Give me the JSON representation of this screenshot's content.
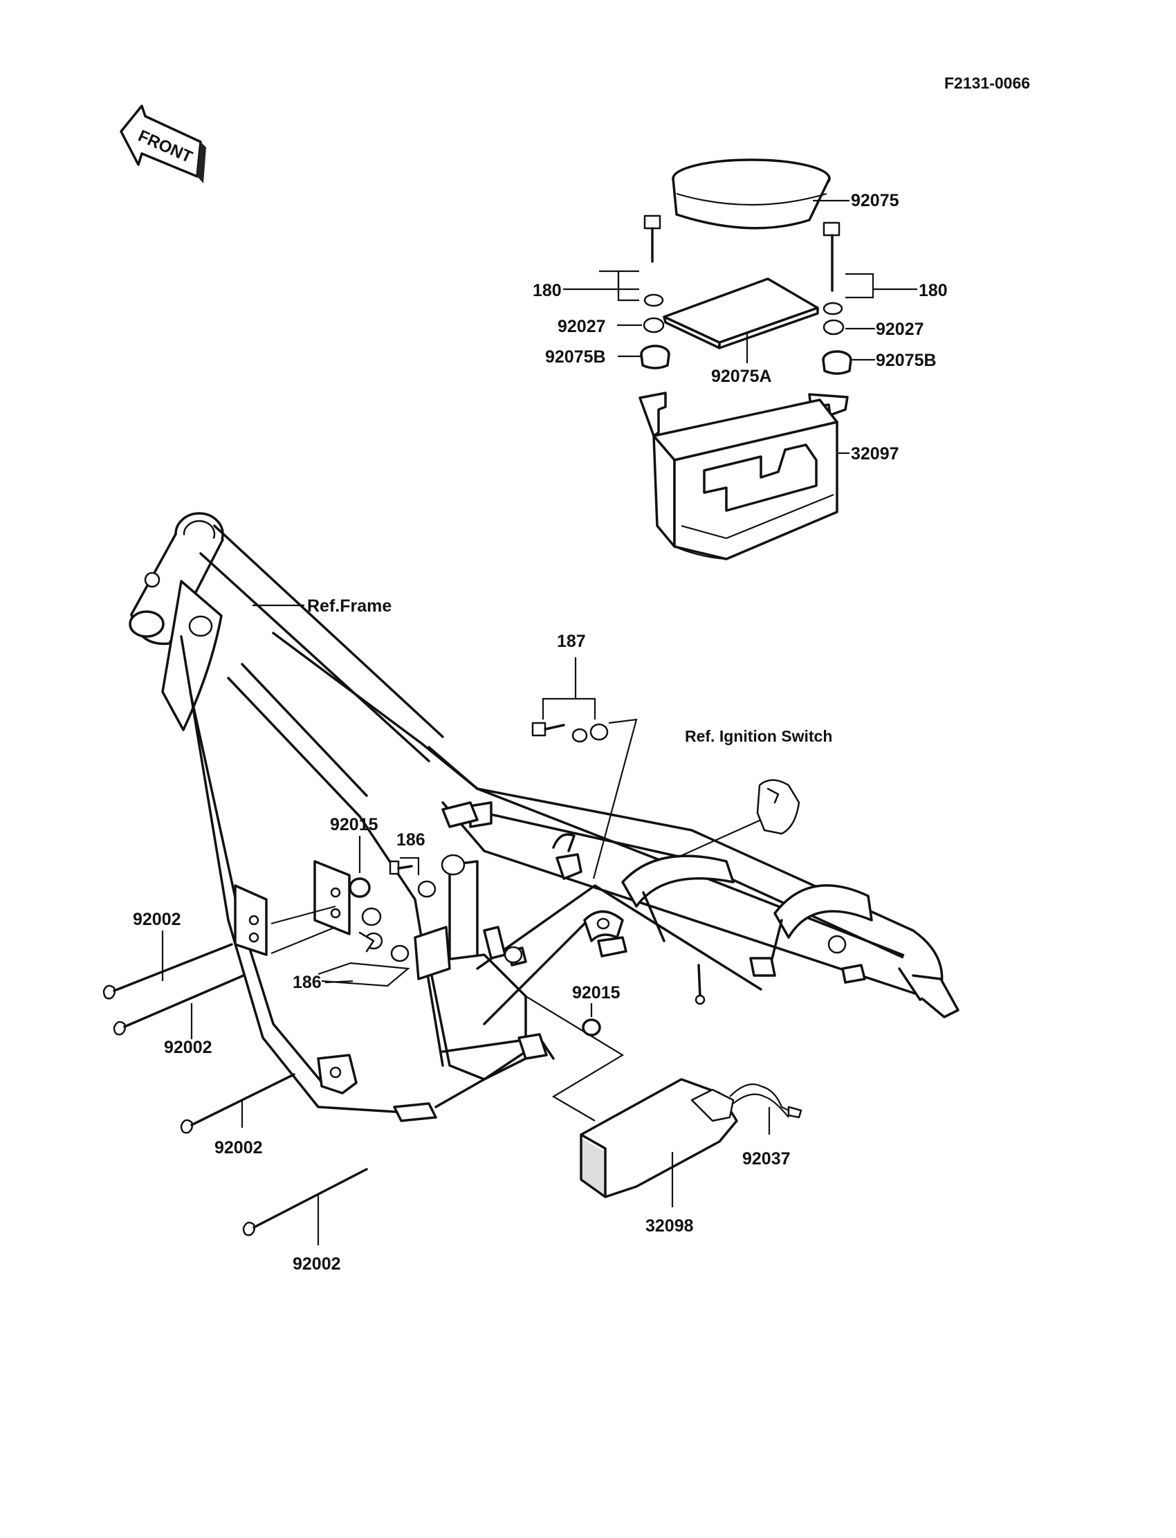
{
  "figure_code": "F2131-0066",
  "front_arrow": {
    "text": "FRONT"
  },
  "labels": {
    "band": "92075",
    "bolt_180_left": "180",
    "bolt_180_right": "180",
    "collar_92027_left": "92027",
    "collar_92027_right": "92027",
    "grommet_92075B_left": "92075B",
    "grommet_92075B_right": "92075B",
    "pad_92075A": "92075A",
    "battery_case_32097": "32097",
    "ref_frame": "Ref.Frame",
    "ref_ignition_switch": "Ref. Ignition Switch",
    "part_187": "187",
    "part_92015_upper": "92015",
    "part_186_upper": "186",
    "part_186_lower": "186",
    "part_92015_lower": "92015",
    "bolt_92002_a": "92002",
    "bolt_92002_b": "92002",
    "bolt_92002_c": "92002",
    "bolt_92002_d": "92002",
    "cover_32098": "32098",
    "clamp_92037": "92037"
  }
}
